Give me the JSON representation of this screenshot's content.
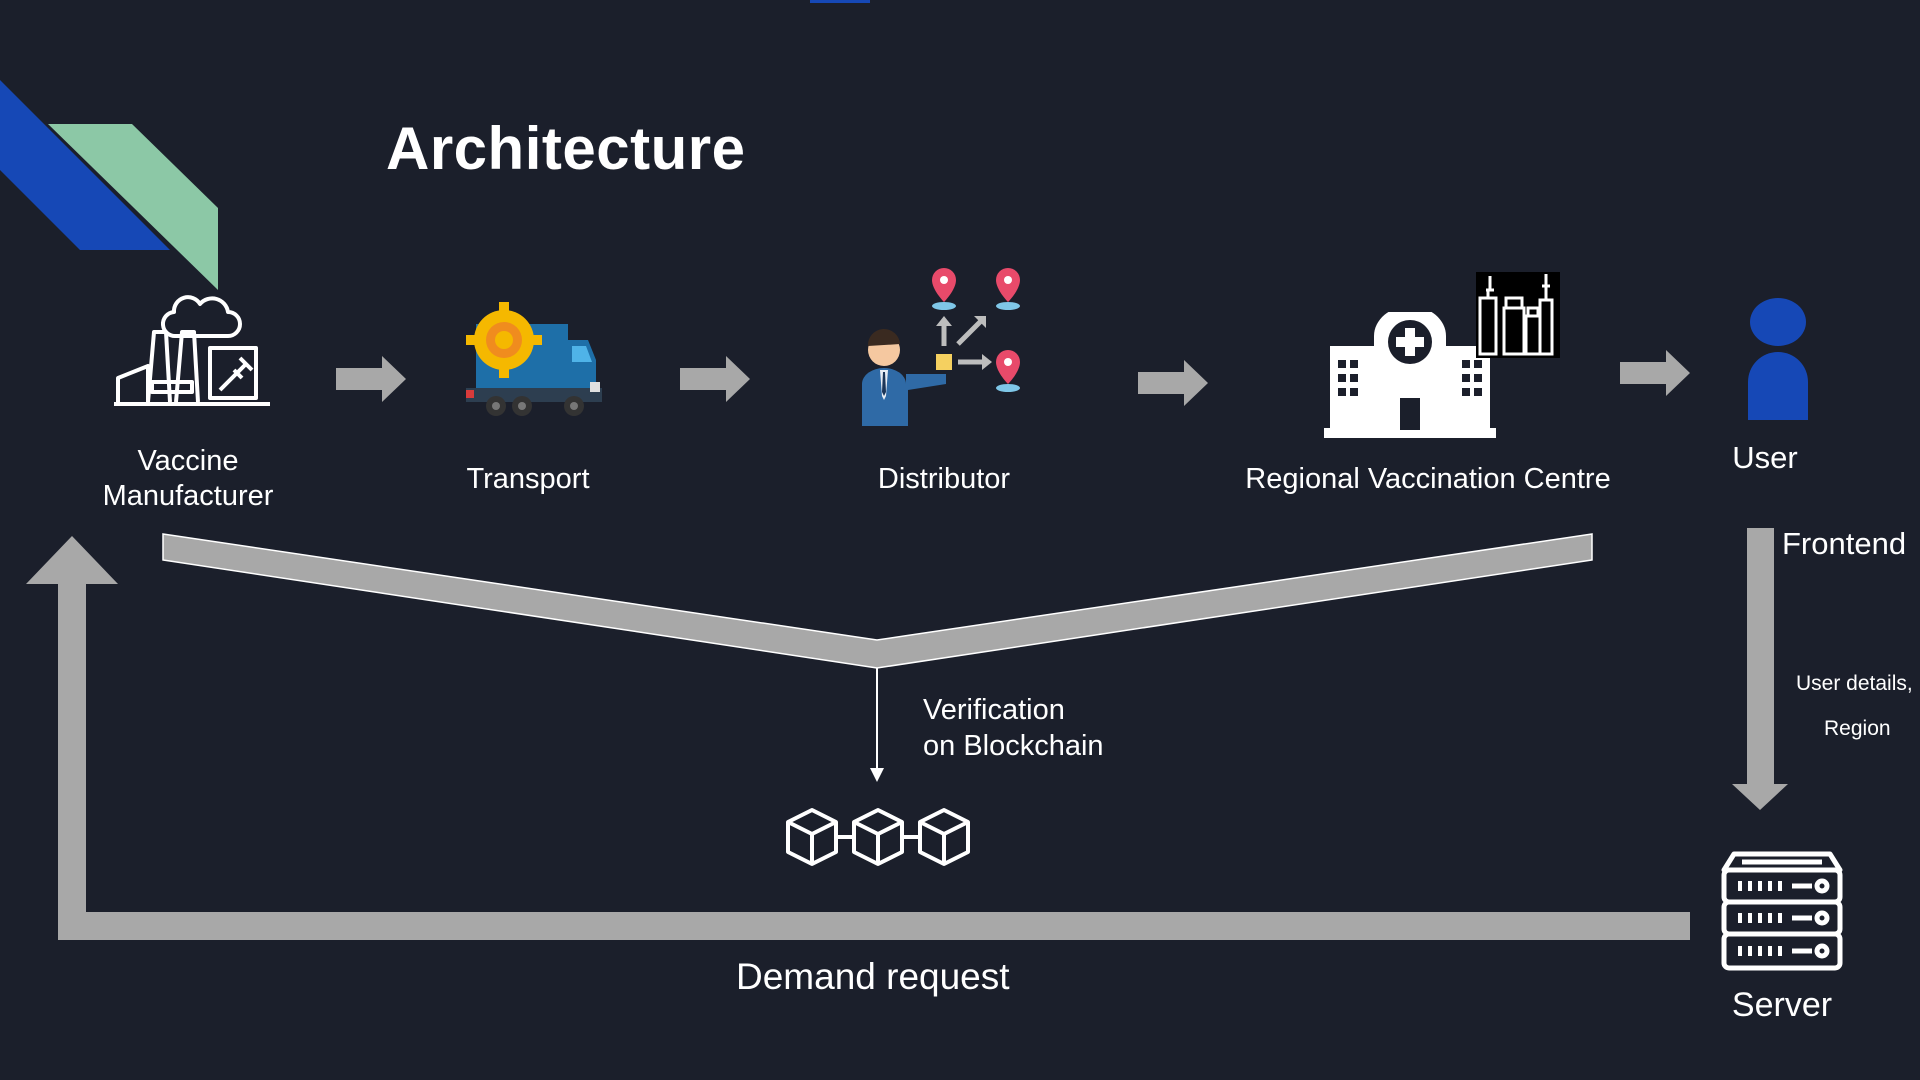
{
  "slide": {
    "title": "Architecture",
    "accent_colors": {
      "blue": "#1648b6",
      "green": "#8cc8a6",
      "arrow_gray": "#a8a8a8"
    }
  },
  "nodes": {
    "manufacturer": {
      "line1": "Vaccine",
      "line2": "Manufacturer",
      "icon": "factory-icon"
    },
    "transport": {
      "label": "Transport",
      "icon": "truck-icon"
    },
    "distributor": {
      "label": "Distributor",
      "icon": "distributor-icon"
    },
    "centre": {
      "label": "Regional Vaccination Centre",
      "icon": "hospital-icon"
    },
    "user": {
      "label": "User",
      "icon": "user-icon"
    },
    "server": {
      "label": "Server",
      "icon": "server-icon"
    }
  },
  "edges": {
    "frontend": "Frontend",
    "user_details_line1": "User details,",
    "user_details_line2": "Region",
    "verification_line1": "Verification",
    "verification_line2": "on Blockchain",
    "demand_request": "Demand request"
  },
  "blockchain": {
    "icon": "blockchain-icon"
  }
}
